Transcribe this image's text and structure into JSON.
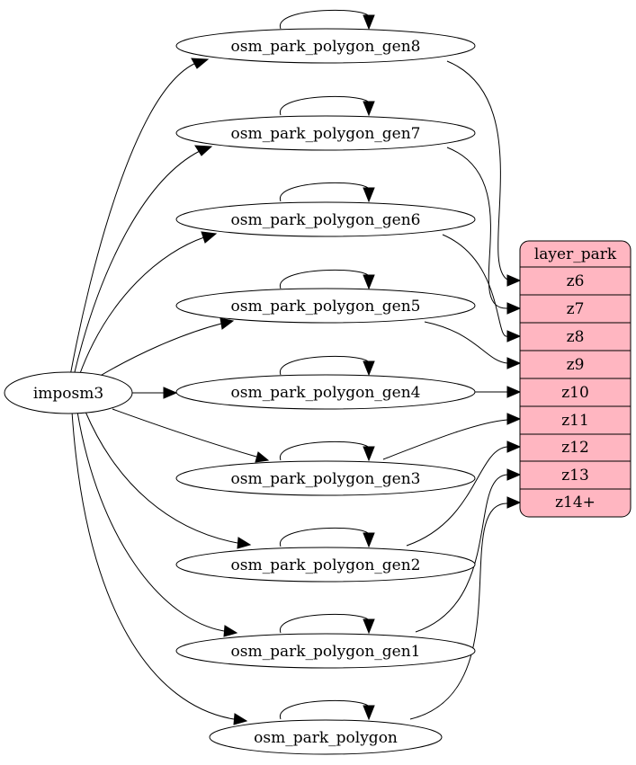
{
  "diagram": {
    "source": {
      "label": "imposm3"
    },
    "tables": [
      {
        "label": "osm_park_polygon_gen8"
      },
      {
        "label": "osm_park_polygon_gen7"
      },
      {
        "label": "osm_park_polygon_gen6"
      },
      {
        "label": "osm_park_polygon_gen5"
      },
      {
        "label": "osm_park_polygon_gen4"
      },
      {
        "label": "osm_park_polygon_gen3"
      },
      {
        "label": "osm_park_polygon_gen2"
      },
      {
        "label": "osm_park_polygon_gen1"
      },
      {
        "label": "osm_park_polygon"
      }
    ],
    "layer": {
      "title": "layer_park",
      "fields": [
        "z6",
        "z7",
        "z8",
        "z9",
        "z10",
        "z11",
        "z12",
        "z13",
        "z14+"
      ],
      "fill_color": "#ffb6c1"
    },
    "edges": [
      {
        "from": "imposm3",
        "to": "osm_park_polygon_gen8"
      },
      {
        "from": "imposm3",
        "to": "osm_park_polygon_gen7"
      },
      {
        "from": "imposm3",
        "to": "osm_park_polygon_gen6"
      },
      {
        "from": "imposm3",
        "to": "osm_park_polygon_gen5"
      },
      {
        "from": "imposm3",
        "to": "osm_park_polygon_gen4"
      },
      {
        "from": "imposm3",
        "to": "osm_park_polygon_gen3"
      },
      {
        "from": "imposm3",
        "to": "osm_park_polygon_gen2"
      },
      {
        "from": "imposm3",
        "to": "osm_park_polygon_gen1"
      },
      {
        "from": "imposm3",
        "to": "osm_park_polygon"
      },
      {
        "from": "osm_park_polygon_gen8",
        "to": "z6"
      },
      {
        "from": "osm_park_polygon_gen7",
        "to": "z7"
      },
      {
        "from": "osm_park_polygon_gen6",
        "to": "z8"
      },
      {
        "from": "osm_park_polygon_gen5",
        "to": "z9"
      },
      {
        "from": "osm_park_polygon_gen4",
        "to": "z10"
      },
      {
        "from": "osm_park_polygon_gen3",
        "to": "z11"
      },
      {
        "from": "osm_park_polygon_gen2",
        "to": "z12"
      },
      {
        "from": "osm_park_polygon_gen1",
        "to": "z13"
      },
      {
        "from": "osm_park_polygon",
        "to": "z14+"
      }
    ]
  }
}
